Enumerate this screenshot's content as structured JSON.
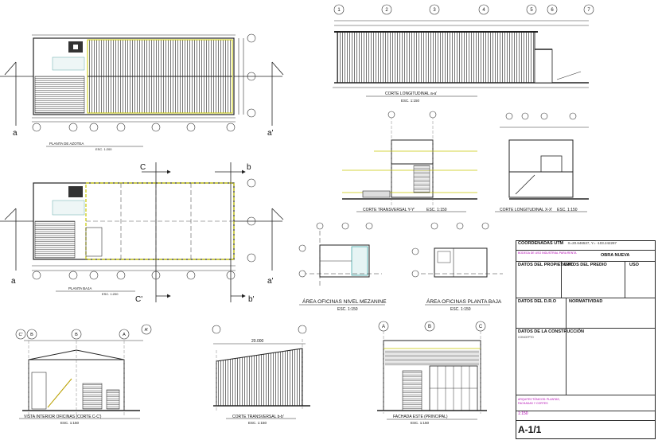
{
  "plans": {
    "roof": {
      "title": "PLANTA DE AZOTEA",
      "scale": "ESC. 1:200"
    },
    "ground": {
      "title": "PLANTA BAJA",
      "scale": "ESC. 1:200"
    }
  },
  "section_markers": {
    "a": "a",
    "a_prime": "a'",
    "b": "b",
    "b_prime": "b'",
    "c": "C",
    "c_prime": "C'"
  },
  "grid_axes": [
    "1",
    "2",
    "3",
    "4",
    "5",
    "6",
    "7"
  ],
  "grid_letters": {
    "a": "A",
    "b": "B",
    "c": "C",
    "c_prime": "C'",
    "a_prime": "A'"
  },
  "sections": {
    "longitudinal_aa": {
      "title": "CORTE LONGITUDINAL a-a'",
      "scale": "ESC. 1:150"
    },
    "transversal_yy": {
      "title": "CORTE TRANSVERSAL Y-Y'",
      "scale": "ESC. 1:150"
    },
    "longitudinal_xx": {
      "title": "CORTE LONGITUDINAL X-X'",
      "scale": "ESC. 1:150"
    },
    "transversal_bb": {
      "title": "CORTE TRANSVERSAL b-b'",
      "scale": "ESC. 1:150"
    }
  },
  "office_plans": {
    "mezzanine": {
      "title": "ÁREA OFICINAS NIVEL MEZANINE",
      "scale": "ESC. 1:150"
    },
    "ground": {
      "title": "ÁREA OFICINAS PLANTA BAJA",
      "scale": "ESC. 1:150"
    }
  },
  "elevations": {
    "interior_cc": {
      "title": "VISTA INTERIOR OFICINAS (CORTE C-C')",
      "scale": "ESC. 1:150"
    },
    "east_facade": {
      "title": "FACHADA ESTE (PRINCIPAL)",
      "scale": "ESC. 1:150"
    },
    "dim_width": "20.000"
  },
  "title_block": {
    "utm": "COORDENADAS UTM",
    "utm_values": "X=20.646537, Y= -103.242287",
    "project": "BODEGA DE USO INDUSTRIAL PARA RENTA",
    "work_type": "OBRA NUEVA",
    "owner_label": "DATOS DEL PROPIETARIO",
    "property_label": "DATOS DEL PREDIO",
    "use_label": "USO",
    "dro_label": "DATOS DEL D.R.O",
    "normativity_label": "NORMATIVIDAD",
    "construction_label": "DATOS DE LA CONSTRUCCIÓN",
    "concept_label": "CONCEPTO",
    "content": "ARQUITECTÓNICOS: PLANTAS, FACHADAS Y CORTES",
    "scale": "1:150",
    "sheet": "A-1/1"
  }
}
